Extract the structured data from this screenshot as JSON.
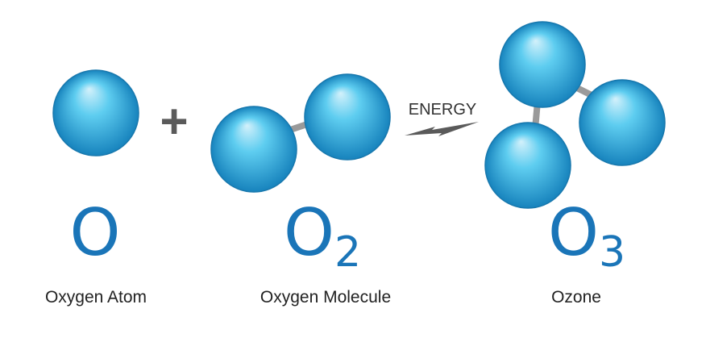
{
  "colors": {
    "atom_light": "#d4f1fb",
    "atom_mid": "#42c0e9",
    "atom_dark": "#1783bd",
    "formula_blue": "#1a75b8",
    "operator_gray": "#5a5a5a",
    "bond_gray": "#9a9a9a",
    "text_dark": "#222222"
  },
  "labels": {
    "plus_sign": "+",
    "energy": "ENERGY"
  },
  "species": {
    "atom": {
      "symbol": "O",
      "subscript": "",
      "name": "Oxygen Atom"
    },
    "molecule": {
      "symbol": "O",
      "subscript": "2",
      "name": "Oxygen Molecule"
    },
    "ozone": {
      "symbol": "O",
      "subscript": "3",
      "name": "Ozone"
    }
  }
}
